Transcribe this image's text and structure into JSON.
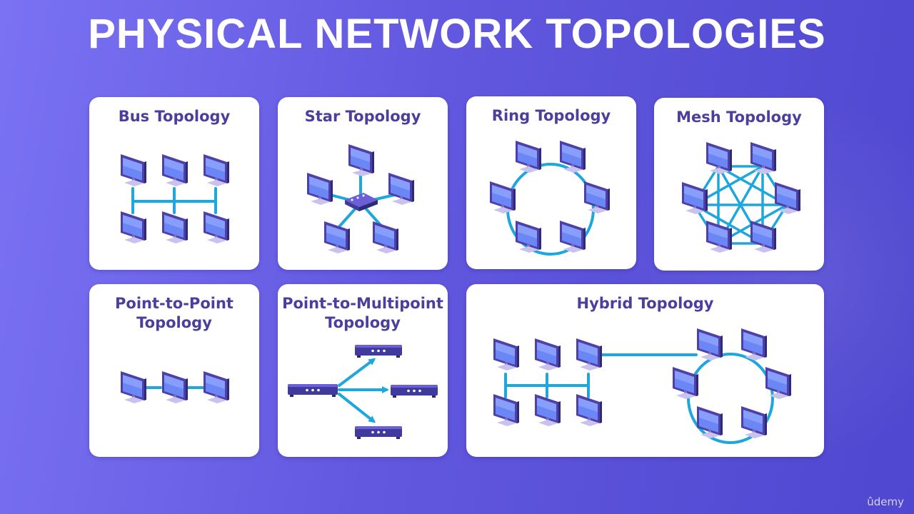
{
  "title": "PHYSICAL NETWORK TOPOLOGIES",
  "cards": {
    "bus": {
      "title": "Bus Topology"
    },
    "star": {
      "title": "Star Topology"
    },
    "ring": {
      "title": "Ring Topology"
    },
    "mesh": {
      "title": "Mesh Topology"
    },
    "ptp": {
      "title_line1": "Point-to-Point",
      "title_line2": "Topology"
    },
    "ptmp": {
      "title_line1": "Point-to-Multipoint",
      "title_line2": "Topology"
    },
    "hybrid": {
      "title": "Hybrid Topology"
    }
  },
  "watermark": "ûdemy",
  "colors": {
    "link": "#1ea7dd",
    "card_title": "#4a3f9c",
    "device": "#3f3a9c"
  },
  "icons": {
    "computer": "monitor-icon",
    "hub": "switch-icon",
    "router": "router-icon"
  }
}
